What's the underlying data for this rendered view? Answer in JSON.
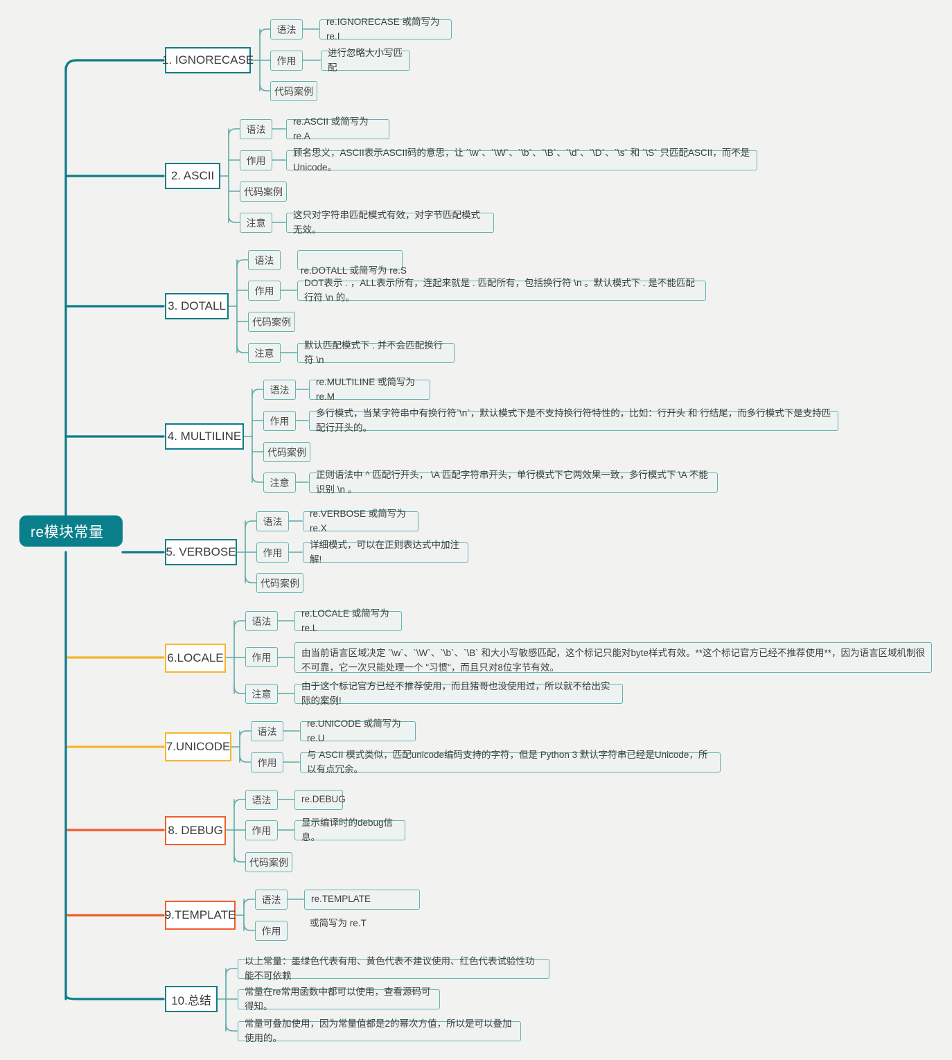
{
  "root": {
    "label": "re模块常量"
  },
  "palette": {
    "teal": "#0c7c88",
    "teal_dark": "#0a7f8c",
    "amber": "#f7b52a",
    "orange": "#ef5d28",
    "sub_border": "#5fb3b0",
    "background": "#f2f2f0"
  },
  "labels": {
    "syntax": "语法",
    "effect": "作用",
    "code_case": "代码案例",
    "notice": "注意"
  },
  "topics": [
    {
      "id": "ignorecase",
      "title": "1. IGNORECASE",
      "color": "teal",
      "children": [
        {
          "label": "语法",
          "text": "re.IGNORECASE 或简写为 re.I"
        },
        {
          "label": "作用",
          "text": "进行忽略大小写匹配"
        },
        {
          "label": "代码案例",
          "text": ""
        }
      ]
    },
    {
      "id": "ascii",
      "title": "2. ASCII",
      "color": "teal",
      "children": [
        {
          "label": "语法",
          "text": "re.ASCII 或简写为 re.A"
        },
        {
          "label": "作用",
          "text": "顾名思义，ASCII表示ASCII码的意思，让 `\\w`、`\\W`、`\\b`、`\\B`、`\\d`、`\\D`、`\\s` 和 `\\S` 只匹配ASCII，而不是Unicode。"
        },
        {
          "label": "代码案例",
          "text": ""
        },
        {
          "label": "注意",
          "text": "这只对字符串匹配模式有效，对字节匹配模式无效。"
        }
      ]
    },
    {
      "id": "dotall",
      "title": "3. DOTALL",
      "color": "teal",
      "children": [
        {
          "label": "语法",
          "text": "re.DOTALL 或简写为 re.S",
          "overflow": true
        },
        {
          "label": "作用",
          "text": "DOT表示 . ，ALL表示所有，连起来就是 . 匹配所有，包括换行符 \\n 。默认模式下 . 是不能匹配行符 \\n 的。"
        },
        {
          "label": "代码案例",
          "text": ""
        },
        {
          "label": "注意",
          "text": "默认匹配模式下 . 并不会匹配换行符 \\n"
        }
      ]
    },
    {
      "id": "multiline",
      "title": "4. MULTILINE",
      "color": "teal",
      "children": [
        {
          "label": "语法",
          "text": "re.MULTILINE 或简写为 re.M"
        },
        {
          "label": "作用",
          "text": "多行模式，当某字符串中有换行符`\\n`，默认模式下是不支持换行符特性的，比如：行开头 和 行结尾，而多行模式下是支持匹配行开头的。"
        },
        {
          "label": "代码案例",
          "text": ""
        },
        {
          "label": "注意",
          "text": "正则语法中 ^ 匹配行开头， \\A 匹配字符串开头，单行模式下它两效果一致，多行模式下 \\A 不能识别 \\n 。"
        }
      ]
    },
    {
      "id": "verbose",
      "title": "5. VERBOSE",
      "color": "teal",
      "children": [
        {
          "label": "语法",
          "text": "re.VERBOSE 或简写为 re.X"
        },
        {
          "label": "作用",
          "text": "详细模式，可以在正则表达式中加注解!"
        },
        {
          "label": "代码案例",
          "text": ""
        }
      ]
    },
    {
      "id": "locale",
      "title": "6.LOCALE",
      "color": "amber",
      "children": [
        {
          "label": "语法",
          "text": "re.LOCALE 或简写为 re.L"
        },
        {
          "label": "作用",
          "text": "由当前语言区域决定 `\\w`、`\\W`、`\\b`、`\\B` 和大小写敏感匹配，这个标记只能对byte样式有效。**这个标记官方已经不推荐使用**，因为语言区域机制很不可靠，它一次只能处理一个 \"习惯\"，而且只对8位字节有效。"
        },
        {
          "label": "注意",
          "text": "由于这个标记官方已经不推荐使用，而且猪哥也没使用过，所以就不给出实际的案例!"
        }
      ]
    },
    {
      "id": "unicode",
      "title": "7.UNICODE",
      "color": "amber",
      "children": [
        {
          "label": "语法",
          "text": "re.UNICODE 或简写为 re.U"
        },
        {
          "label": "作用",
          "text": "与 ASCII 模式类似，匹配unicode编码支持的字符，但是 Python 3 默认字符串已经是Unicode，所以有点冗余。"
        }
      ]
    },
    {
      "id": "debug",
      "title": "8. DEBUG",
      "color": "orange",
      "children": [
        {
          "label": "语法",
          "text": "re.DEBUG"
        },
        {
          "label": "作用",
          "text": "显示编译时的debug信息。"
        },
        {
          "label": "代码案例",
          "text": ""
        }
      ]
    },
    {
      "id": "template",
      "title": "9.TEMPLATE",
      "color": "orange",
      "children": [
        {
          "label": "语法",
          "text": "re.TEMPLATE",
          "overflow_extra": "或简写为 re.T"
        },
        {
          "label": "作用",
          "text": ""
        }
      ]
    },
    {
      "id": "summary",
      "title": "10.总结",
      "color": "teal",
      "notes": [
        "以上常量：墨绿色代表有用、黄色代表不建议使用、红色代表试验性功能不可依赖",
        "常量在re常用函数中都可以使用，查看源码可得知。",
        "常量可叠加使用，因为常量值都是2的幂次方值，所以是可以叠加使用的。"
      ]
    }
  ]
}
